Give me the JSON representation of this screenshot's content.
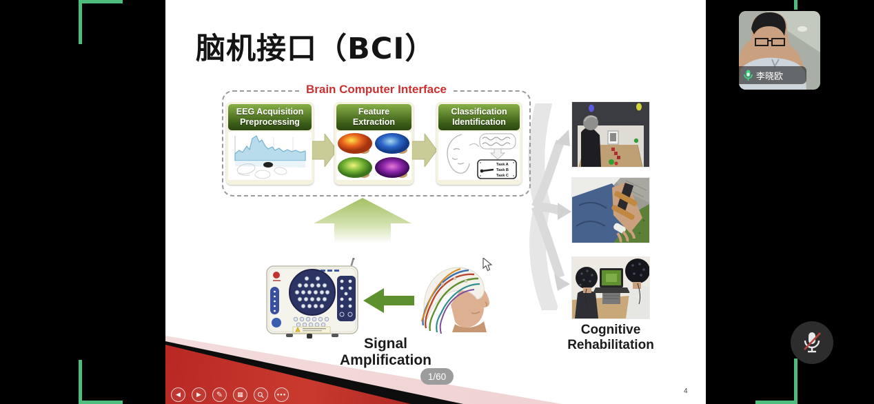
{
  "meeting": {
    "participant_name": "李晓欧",
    "mic_muted": true
  },
  "slide": {
    "title": "脑机接口（BCI）",
    "bci_label": "Brain Computer Interface",
    "pipeline": {
      "box1": {
        "line1": "EEG Acquisition",
        "line2": "Preprocessing"
      },
      "box2": {
        "line1": "Feature",
        "line2": "Extraction"
      },
      "box3": {
        "line1": "Classification",
        "line2": "Identification"
      },
      "tasks": [
        "Task A",
        "Task B",
        "Task C"
      ]
    },
    "caption_signal": "Signal Amplification",
    "caption_cognitive": [
      "Cognitive",
      "Rehabilitation"
    ],
    "slide_number": "4"
  },
  "viewer": {
    "page_indicator": "1/60",
    "icons": {
      "prev": "◀",
      "next": "▶",
      "annotate": "✎",
      "slides": "▦",
      "magnify": "⚲",
      "more": "●●●"
    }
  },
  "colors": {
    "capture_marker_green": "#4dbc7d",
    "bci_label_red": "#cc2f2f",
    "box_header_green": "#3a5c17",
    "ribbon_red": "#b82824",
    "mic_active_green": "#3ddc84",
    "mute_slash_red": "#b5443c",
    "page_pill_gray": "#9c9c9c"
  }
}
